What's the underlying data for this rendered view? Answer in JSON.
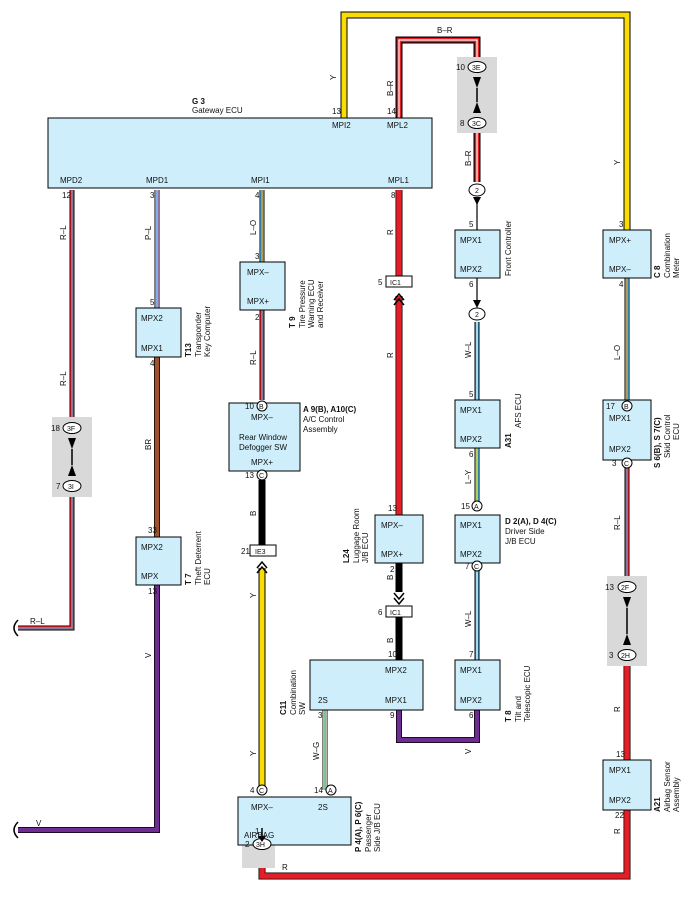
{
  "gateway": {
    "code": "G 3",
    "name": "Gateway ECU",
    "top_pins": [
      "13",
      "14"
    ],
    "top_ports": [
      "MPI2",
      "MPL2"
    ],
    "bottom_pins": [
      "12",
      "3",
      "4",
      "8"
    ],
    "bottom_ports": [
      "MPD2",
      "MPD1",
      "MPI1",
      "MPL1"
    ]
  },
  "wires": {
    "Y": "Y",
    "BR_top": "B–R",
    "BR_v": "B–R",
    "RL": "R–L",
    "PL": "P–L",
    "LO": "L–O",
    "R": "R",
    "BR": "BR",
    "V": "V",
    "WL": "W–L",
    "LY": "L–Y",
    "B": "B",
    "WG": "W–G"
  },
  "connectors": {
    "c3E": "3E",
    "c3C": "3C",
    "c3F": "3F",
    "c3I": "3I",
    "c2F": "2F",
    "c2H": "2H",
    "c3H": "3H",
    "c2a": "2",
    "c2b": "2",
    "ic1a": "IC1",
    "ic1b": "IC1",
    "ie3": "IE3",
    "B": "B",
    "C": "C",
    "A": "A"
  },
  "modules": {
    "front": {
      "p1": "MPX1",
      "p2": "MPX2",
      "name": "Front Controller"
    },
    "meter": {
      "p1": "MPX+",
      "p2": "MPX–",
      "code": "C 8",
      "name1": "Combination",
      "name2": "Meter"
    },
    "tpms": {
      "p1": "MPX–",
      "p2": "MPX+",
      "code": "T 9",
      "name1": "Tire Pressure",
      "name2": "Warning ECU",
      "name3": "and Receiver"
    },
    "key": {
      "p1": "MPX2",
      "p2": "MPX1",
      "code": "T13",
      "name1": "Transponder",
      "name2": "Key Computer"
    },
    "afs": {
      "p1": "MPX1",
      "p2": "MPX2",
      "code": "A31",
      "name1": "AFS ECU"
    },
    "skid": {
      "p1": "MPX1",
      "p2": "MPX2",
      "code": "S 6(B), S 7(C)",
      "name1": "Skid Control",
      "name2": "ECU"
    },
    "ac": {
      "p1": "MPX–",
      "text1": "Rear Window",
      "text2": "Defogger SW",
      "p2": "MPX+",
      "code": "A 9(B), A10(C)",
      "name1": "A/C Control",
      "name2": "Assembly"
    },
    "theft": {
      "p1": "MPX2",
      "p2": "MPX",
      "code": "T 7",
      "name1": "Theft Deterrent",
      "name2": "ECU"
    },
    "luggage": {
      "p1": "MPX–",
      "p2": "MPX+",
      "code": "L24",
      "name1": "Luggage Room",
      "name2": "J/B ECU"
    },
    "driver": {
      "p1": "MPX1",
      "p2": "MPX2",
      "code": "D 2(A), D 4(C)",
      "name1": "Driver Side",
      "name2": "J/B ECU"
    },
    "tilt": {
      "p1": "MPX1",
      "p2": "MPX2",
      "code": "T 8",
      "name1": "Tilt and",
      "name2": "Telescopic ECU"
    },
    "combsw": {
      "p1": "MPX2",
      "p2": "2S",
      "p3": "MPX1",
      "code": "C11",
      "name1": "Combination",
      "name2": "SW"
    },
    "airbag_sensor": {
      "p1": "MPX1",
      "p2": "MPX2",
      "code": "A21",
      "name1": "Airbag Sensor",
      "name2": "Assembly"
    },
    "passenger": {
      "p1": "MPX–",
      "p2": "2S",
      "p3": "AIRBAG",
      "code": "P 4(A), P 6(C)",
      "name1": "Passenger",
      "name2": "Side J/B ECU"
    }
  },
  "pins": {
    "p10": "10",
    "p8": "8",
    "p5a": "5",
    "p6a": "6",
    "p5b": "5",
    "p6b": "6",
    "p3m": "3",
    "p4m": "4",
    "p3t": "3",
    "p2t": "2",
    "p5k": "5",
    "p4k": "4",
    "p17": "17",
    "p3s": "3",
    "p18": "18",
    "p7i": "7",
    "p10ac": "10",
    "p13ac": "13",
    "p15": "15",
    "p7d": "7",
    "p13l": "13",
    "p2l": "2",
    "p33": "33",
    "p13t": "13",
    "p21": "21",
    "p5ic": "5",
    "p6ic": "6",
    "p7t": "7",
    "p6t": "6",
    "p10c": "10",
    "p9c": "9",
    "p3c": "3",
    "p13f": "13",
    "p3h": "3",
    "p13a": "13",
    "p22": "22",
    "p4p": "4",
    "p14p": "14",
    "p1h": "1",
    "p2h": "2"
  }
}
